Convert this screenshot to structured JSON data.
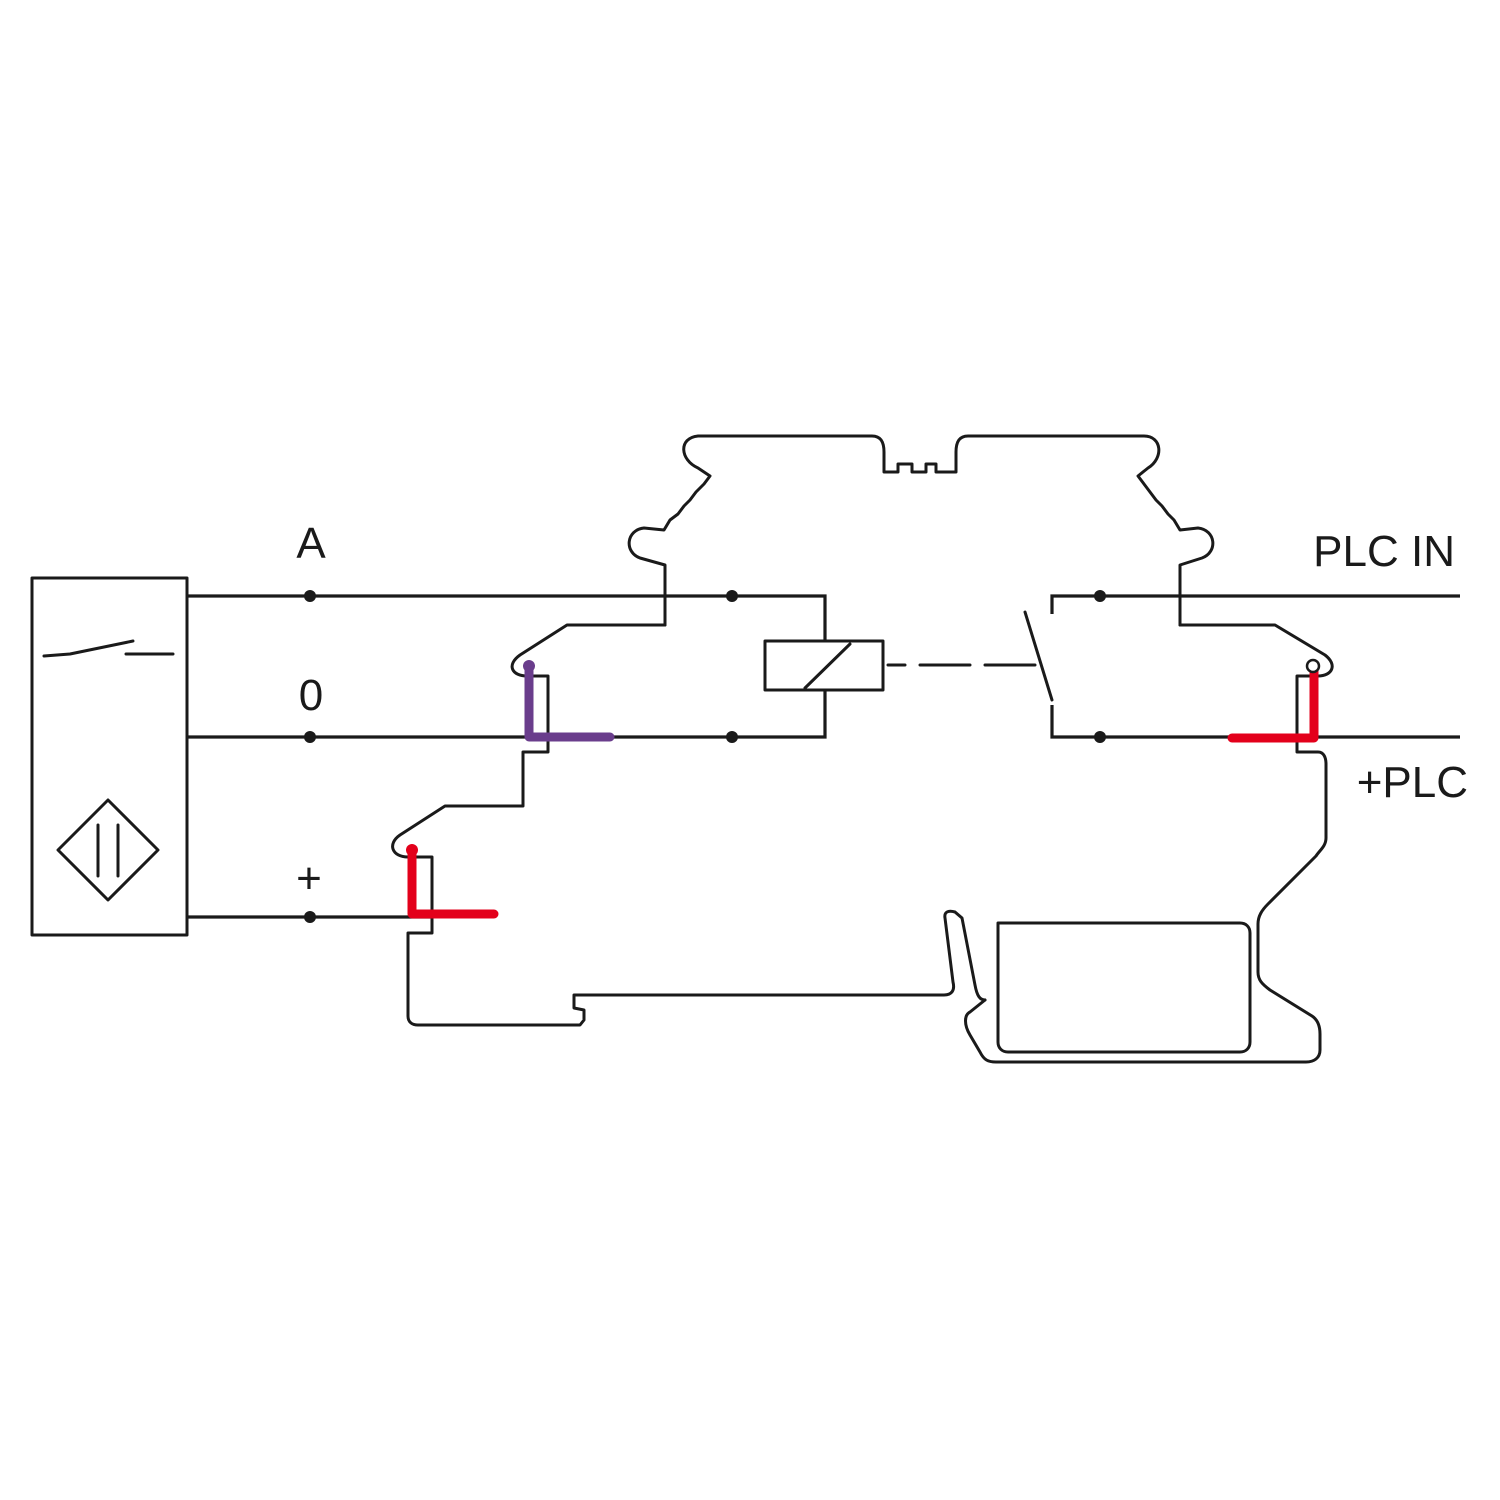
{
  "labels": {
    "a": "A",
    "zero": "0",
    "plus": "+",
    "plc_in": "PLC IN",
    "plus_plc": "+PLC"
  },
  "colors": {
    "line": "#1a1a1a",
    "jumper_purple": "#6a3d8c",
    "jumper_red": "#e3001b"
  }
}
